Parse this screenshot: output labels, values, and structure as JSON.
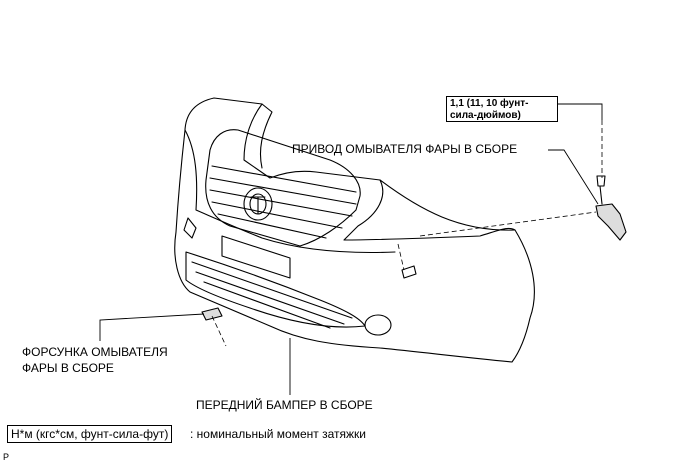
{
  "labels": {
    "torque_line1": "1,1 (11, 10 фунт-",
    "torque_line2": "сила-дюймов)",
    "actuator": "ПРИВОД ОМЫВАТЕЛЯ ФАРЫ В СБОРЕ",
    "nozzle_line1": "ФОРСУНКА ОМЫВАТЕЛЯ",
    "nozzle_line2": "ФАРЫ В СБОРЕ",
    "bumper": "ПЕРЕДНИЙ БАМПЕР В СБОРЕ"
  },
  "legend": {
    "box": "Н*м (кгс*см, фунт-сила-фут)",
    "text": ": номинальный момент затяжки"
  },
  "corner_mark": "P"
}
